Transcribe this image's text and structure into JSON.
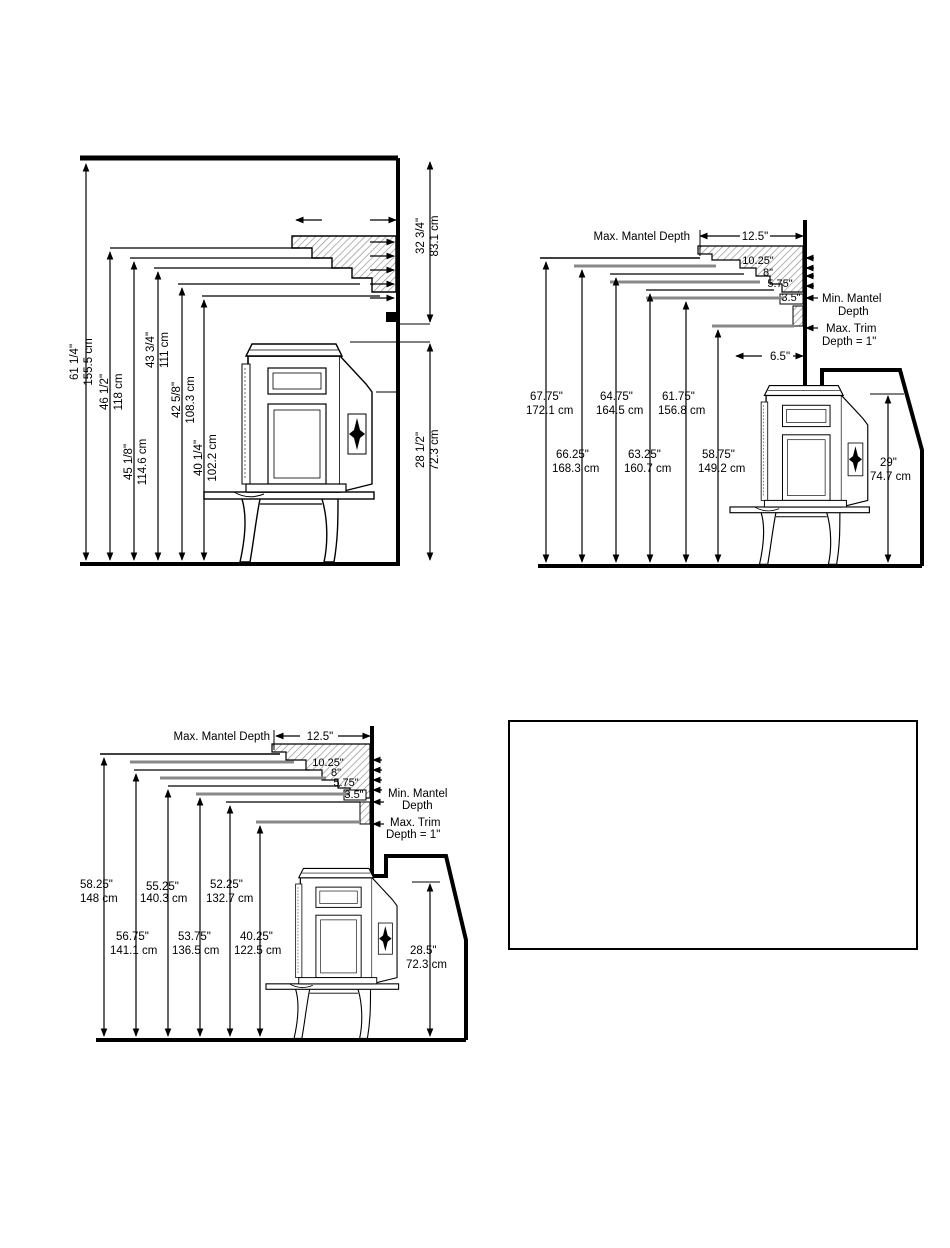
{
  "diagram_a": {
    "labels": {
      "l1": "61 1/4\"",
      "l1m": "155.5 cm",
      "l2": "46 1/2\"",
      "l2m": "118 cm",
      "l3": "45 1/8\"",
      "l3m": "114.6 cm",
      "l4": "43 3/4\"",
      "l4m": "111 cm",
      "l5": "42 5/8\"",
      "l5m": "108.3 cm",
      "l6": "40 1/4\"",
      "l6m": "102.2 cm",
      "r1": "32 3/4\"",
      "r1m": "83.1 cm",
      "r2": "28 1/2\"",
      "r2m": "72.3 cm"
    }
  },
  "diagram_b": {
    "labels": {
      "max_mantel": "Max. Mantel Depth",
      "w125": "12.5\"",
      "d1025": "10.25\"",
      "d8": "8\"",
      "d575": "5.75\"",
      "d35": "3.5\"",
      "min_mantel_1": "Min. Mantel",
      "min_mantel_2": "Depth",
      "max_trim_1": "Max. Trim",
      "max_trim_2": "Depth = 1\"",
      "d65": "6.5\"",
      "h1": "67.75\"",
      "h1m": "172.1 cm",
      "h2": "64.75\"",
      "h2m": "164.5 cm",
      "h3": "61.75\"",
      "h3m": "156.8 cm",
      "h4": "66.25\"",
      "h4m": "168.3 cm",
      "h5": "63.25\"",
      "h5m": "160.7 cm",
      "h6": "58.75\"",
      "h6m": "149.2 cm",
      "h7": "29\"",
      "h7m": "74.7 cm"
    }
  },
  "diagram_c": {
    "labels": {
      "max_mantel": "Max. Mantel Depth",
      "w125": "12.5\"",
      "d1025": "10.25\"",
      "d8": "8\"",
      "d575": "5.75\"",
      "d35": "3.5\"",
      "min_mantel_1": "Min. Mantel",
      "min_mantel_2": "Depth",
      "max_trim_1": "Max. Trim",
      "max_trim_2": "Depth = 1\"",
      "h1": "58.25\"",
      "h1m": "148 cm",
      "h2": "55.25\"",
      "h2m": "140.3 cm",
      "h3": "52.25\"",
      "h3m": "132.7 cm",
      "h4": "56.75\"",
      "h4m": "141.1 cm",
      "h5": "53.75\"",
      "h5m": "136.5 cm",
      "h6": "40.25\"",
      "h6m": "122.5 cm",
      "h7": "28.5\"",
      "h7m": "72.3 cm"
    }
  },
  "colors": {
    "line": "#000000",
    "gray": "#888888",
    "hatch": "#9a9a9a"
  },
  "icons": {
    "stove": "stove-elevation-icon"
  }
}
